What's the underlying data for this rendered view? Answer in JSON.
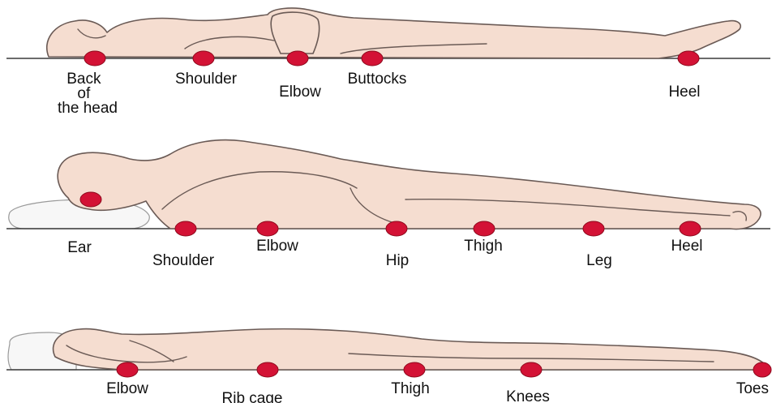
{
  "colors": {
    "skin": "#f5ddd0",
    "outline": "#6a5a55",
    "pressure_point": "#d31235",
    "surface_line": "#3a3a3a",
    "pillow": "#f7f7f7"
  },
  "panels": [
    {
      "points": [
        {
          "lines": [
            "Back",
            "of",
            "the head"
          ]
        },
        {
          "lines": [
            "Shoulder"
          ]
        },
        {
          "lines": [
            "Elbow"
          ]
        },
        {
          "lines": [
            "Buttocks"
          ]
        },
        {
          "lines": [
            "Heel"
          ]
        }
      ]
    },
    {
      "points": [
        {
          "lines": [
            "Ear"
          ]
        },
        {
          "lines": [
            "Shoulder"
          ]
        },
        {
          "lines": [
            "Elbow"
          ]
        },
        {
          "lines": [
            "Hip"
          ]
        },
        {
          "lines": [
            "Thigh"
          ]
        },
        {
          "lines": [
            "Leg"
          ]
        },
        {
          "lines": [
            "Heel"
          ]
        }
      ]
    },
    {
      "points": [
        {
          "lines": [
            "Elbow"
          ]
        },
        {
          "lines": [
            "Rib cage"
          ]
        },
        {
          "lines": [
            "Thigh"
          ]
        },
        {
          "lines": [
            "Knees"
          ]
        },
        {
          "lines": [
            "Toes"
          ]
        }
      ]
    }
  ]
}
